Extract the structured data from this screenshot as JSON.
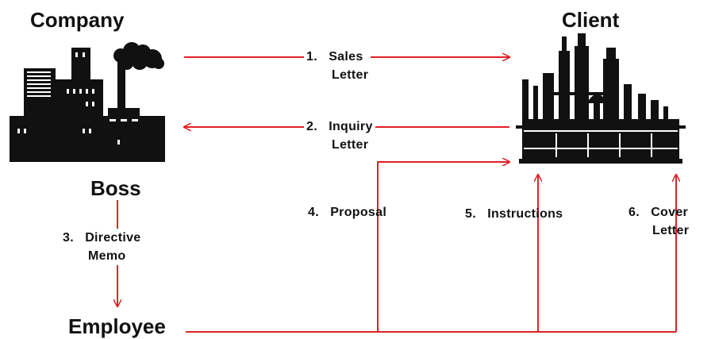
{
  "nodes": {
    "company": "Company",
    "client": "Client",
    "boss": "Boss",
    "employee": "Employee"
  },
  "edges": {
    "sales": {
      "num": "1.",
      "line1": "Sales",
      "line2": "Letter"
    },
    "inquiry": {
      "num": "2.",
      "line1": "Inquiry",
      "line2": "Letter"
    },
    "directive": {
      "num": "3.",
      "line1": "Directive",
      "line2": "Memo"
    },
    "proposal": {
      "num": "4.",
      "line1": "Proposal"
    },
    "instructions": {
      "num": "5.",
      "line1": "Instructions"
    },
    "cover": {
      "num": "6.",
      "line1": "Cover",
      "line2": "Letter"
    }
  },
  "icons": {
    "company": "factory-icon",
    "client": "refinery-icon"
  },
  "colors": {
    "arrow": "#e02128",
    "silhouette": "#111111"
  }
}
